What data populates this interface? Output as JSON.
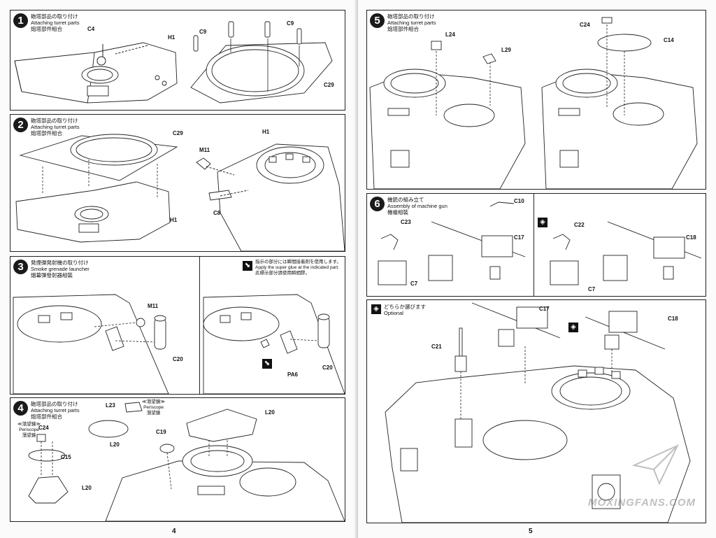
{
  "left_page": {
    "page_number": "4",
    "steps": [
      {
        "number": "1",
        "titles": [
          "砲塔部品の取り付け",
          "Attaching turret parts",
          "炮塔部件組合"
        ],
        "parts": [
          "C4",
          "H1",
          "C9",
          "C9",
          "C29"
        ]
      },
      {
        "number": "2",
        "titles": [
          "砲塔部品の取り付け",
          "Attaching turret parts",
          "炮塔部件組合"
        ],
        "parts": [
          "C29",
          "H1",
          "M11",
          "C8",
          "H1"
        ]
      },
      {
        "number": "3",
        "titles": [
          "発煙弾発射機の取り付け",
          "Smoke grenade launcher",
          "烟幕彈發射器組裝"
        ],
        "parts": [
          "M11",
          "C20",
          "PA6",
          "C20"
        ],
        "glue_note": [
          "指示の部分には瞬間接着剤を使用します。",
          "Apply the super glue at the indicated part.",
          "此標示部分請使用瞬間膠。"
        ]
      },
      {
        "number": "4",
        "titles": [
          "砲塔部品の取り付け",
          "Attaching turret parts",
          "炮塔部件組合"
        ],
        "parts": [
          "L23",
          "C24",
          "C15",
          "L20",
          "L20",
          "C19",
          "L20"
        ],
        "periscope_labels": [
          [
            "≪潜望鏡≫",
            "Periscope",
            "潛望鏡"
          ],
          [
            "≪潜望鏡≫",
            "Periscope",
            "潛望鏡"
          ]
        ]
      }
    ]
  },
  "right_page": {
    "page_number": "5",
    "steps": [
      {
        "number": "5",
        "titles": [
          "砲塔部品の取り付け",
          "Attaching turret parts",
          "炮塔部件組合"
        ],
        "parts": [
          "L24",
          "L29",
          "C24",
          "C14"
        ]
      },
      {
        "number": "6",
        "titles": [
          "機銃の組み立て",
          "Assembly of machine gun",
          "機槍組裝"
        ],
        "parts": [
          "C10",
          "C23",
          "C17",
          "C7",
          "C22",
          "C18",
          "C7"
        ]
      }
    ],
    "optional": {
      "titles": [
        "どちらか選びます",
        "Optional"
      ],
      "parts": [
        "C17",
        "C18",
        "C21"
      ]
    }
  },
  "watermark": "MOXINGFANS.COM",
  "icons": [
    "glue-icon",
    "alternative-choice-icon"
  ]
}
